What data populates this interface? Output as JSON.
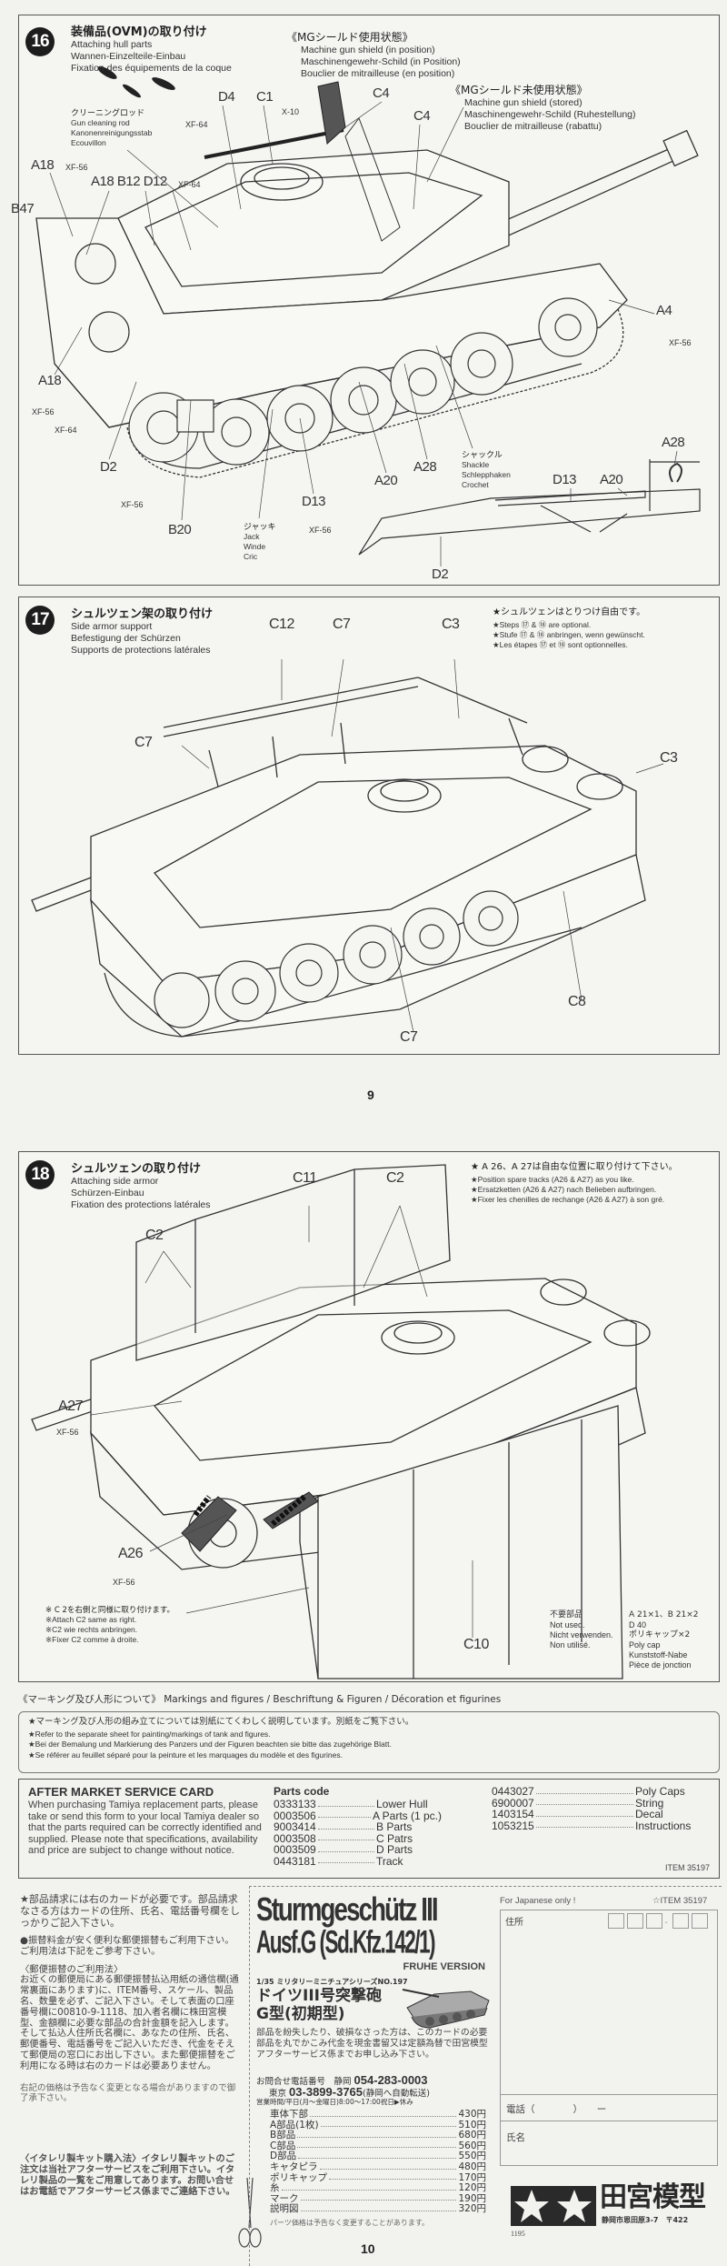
{
  "step16": {
    "number": "16",
    "title_jp": "装備品(OVM)の取り付け",
    "title_en": "Attaching hull parts",
    "title_de": "Wannen-Einzelteile-Einbau",
    "title_fr": "Fixation des équipements de la coque",
    "mg_in": {
      "jp": "《MGシールド使用状態》",
      "en": "Machine gun shield (in position)",
      "de": "Maschinengewehr-Schild (in Position)",
      "fr": "Bouclier de mitrailleuse (en position)"
    },
    "mg_stored": {
      "jp": "《MGシールド未使用状態》",
      "en": "Machine gun shield (stored)",
      "de": "Maschinengewehr-Schild (Ruhestellung)",
      "fr": "Bouclier de mitrailleuse (rabattu)"
    },
    "rod": {
      "jp": "クリーニングロッド",
      "en": "Gun cleaning rod",
      "de": "Kanonenreinigungsstab",
      "fr": "Ecouvillon"
    },
    "jack": {
      "jp": "ジャッキ",
      "en": "Jack",
      "de": "Winde",
      "fr": "Cric"
    },
    "shackle": {
      "jp": "シャックル",
      "en": "Shackle",
      "de": "Schlepphaken",
      "fr": "Crochet"
    },
    "labels": [
      "D4",
      "C1",
      "C4",
      "X-10",
      "C4",
      "A18",
      "A18 B12 D12",
      "B47",
      "A4",
      "A18",
      "D2",
      "B20",
      "D13",
      "A20",
      "A28",
      "D13",
      "A20",
      "A28",
      "D2"
    ],
    "paints": [
      "XF-64",
      "XF-56",
      "XF-64",
      "XF-56",
      "XF-56",
      "XF-64",
      "XF-56",
      "XF-56"
    ]
  },
  "step17": {
    "number": "17",
    "title_jp": "シュルツェン架の取り付け",
    "title_en": "Side armor support",
    "title_de": "Befestigung der Schürzen",
    "title_fr": "Supports de protections latérales",
    "notes": [
      "★シュルツェンはとりつけ自由です。",
      "★Steps ⑰ & ⑱ are optional.",
      "★Stufe ⑰ & ⑱ anbringen, wenn gewünscht.",
      "★Les étapes ⑰ et ⑱ sont optionnelles."
    ],
    "labels": [
      "C12",
      "C7",
      "C3",
      "C7",
      "C3",
      "C8",
      "C7"
    ]
  },
  "page_9": "9",
  "step18": {
    "number": "18",
    "title_jp": "シュルツェンの取り付け",
    "title_en": "Attaching side armor",
    "title_de": "Schürzen-Einbau",
    "title_fr": "Fixation des protections latérales",
    "notes": [
      "★ A 26、A 27は自由な位置に取り付けて下さい。",
      "★Position spare tracks (A26 & A27) as you like.",
      "★Ersatzketten (A26 & A27) nach Belieben aufbringen.",
      "★Fixer les chenilles de rechange (A26 & A27) à son gré."
    ],
    "labels": [
      "C11",
      "C2",
      "C2",
      "A27",
      "A26",
      "C10"
    ],
    "paints": [
      "XF-56",
      "XF-56"
    ],
    "c2_notes": [
      "※ C 2を右側と同様に取り付けます。",
      "※Attach C2 same as right.",
      "※C2 wie rechts anbringen.",
      "※Fixer C2 comme à droite."
    ],
    "not_used": {
      "jp": "不要部品",
      "en": "Not used.",
      "de": "Nicht verwenden.",
      "fr": "Non utilisé.",
      "parts1": "A 21×1、B 21×2",
      "parts2": "D 40",
      "parts3": "ポリキャップ×2",
      "parts4": "Poly cap",
      "parts5": "Kunststoff-Nabe",
      "parts6": "Pièce de jonction"
    }
  },
  "markings": {
    "heading": "《マーキング及び人形について》 Markings and figures / Beschriftung & Figuren / Décoration et figurines",
    "lines": [
      "★マーキング及び人形の組み立てについては別紙にてくわしく説明しています。別紙をご覧下さい。",
      "★Refer to the separate sheet for painting/markings of tank and figures.",
      "★Bei der Bemalung und Markierung des Panzers und der Figuren beachten sie bitte das zugehörige Blatt.",
      "★Se référer au feuillet séparé pour la peinture et les marquages du modèle et des figurines."
    ]
  },
  "aftermarket": {
    "title": "AFTER MARKET SERVICE CARD",
    "text": "When purchasing Tamiya replacement parts, please take or send this form to your local Tamiya dealer so that the parts required can be correctly identified and supplied. Please note that specifications, availability and price are subject to change without notice.",
    "parts_heading": "Parts code",
    "parts": [
      {
        "code": "0333133",
        "name": "Lower Hull"
      },
      {
        "code": "0003506",
        "name": "A Parts (1 pc.)"
      },
      {
        "code": "9003414",
        "name": "B Parts"
      },
      {
        "code": "0003508",
        "name": "C Patrs"
      },
      {
        "code": "0003509",
        "name": "D Parts"
      },
      {
        "code": "0443181",
        "name": "Track"
      }
    ],
    "parts2": [
      {
        "code": "0443027",
        "name": "Poly Caps"
      },
      {
        "code": "6900007",
        "name": "String"
      },
      {
        "code": "1403154",
        "name": "Decal"
      },
      {
        "code": "1053215",
        "name": "Instructions"
      }
    ],
    "item": "ITEM 35197"
  },
  "left_col": {
    "p1": "★部品請求には右のカードが必要です。部品請求なさる方はカードの住所、氏名、電話番号欄をしっかりご記入下さい。",
    "p2": "●振替料金が安く便利な郵便振替もご利用下さい。ご利用法は下記をご参考下さい。",
    "p3_head": "〈郵便振替のご利用法〉",
    "p3": "お近くの郵便局にある郵便振替払込用紙の通信欄(通常裏面にあります)に、ITEM番号、スケール、製品名、数量を必ず、ご記入下さい。そして表面の口座番号欄に00810-9-1118、加入者名欄に株田宮模型、金額欄に必要な部品の合計金額を記入します。そして払込人住所氏名欄に、あなたの住所、氏名、郵便番号、電話番号をご記入いただき、代金をそえて郵便局の窓口にお出し下さい。また郵便振替をご利用になる時は右のカードは必要ありません。",
    "p4": "右記の価格は予告なく変更となる場合がありますので御了承下さい。",
    "p5": "〈イタレリ製キット購入法〉イタレリ製キットのご注文は当社アフターサービスをご利用下さい。イタレリ製品の一覧をご用意してあります。お問い合せはお電話でアフターサービス係までご連絡下さい。"
  },
  "card": {
    "title1": "Sturmgeschütz III",
    "title2": "Ausf.G (Sd.Kfz.142/1)",
    "version": "FRUHE VERSION",
    "series": "1/35 ミリタリーミニチュアシリーズNO.197",
    "name_jp1": "ドイツIII号突撃砲",
    "name_jp2": "G型(初期型)",
    "desc": "部品を紛失したり、破損なさった方は、このカードの必要部品を丸でかこみ代金を現金書留又は定額為替で田宮模型アフターサービス係までお申し込み下さい。",
    "phone1_label": "お問合せ電話番号　静岡",
    "phone1": "054-283-0003",
    "phone2_label": "東京",
    "phone2": "03-3899-3765",
    "phone2_note": "(静岡へ自動転送)",
    "hours": "営業時間/平日(月〜金曜日)8:00〜17:00祝日▶休み",
    "prices": [
      {
        "name": "車体下部",
        "price": "430円"
      },
      {
        "name": "A部品(1枚)",
        "price": "510円"
      },
      {
        "name": "B部品",
        "price": "680円"
      },
      {
        "name": "C部品",
        "price": "560円"
      },
      {
        "name": "D部品",
        "price": "550円"
      },
      {
        "name": "キャタピラ",
        "price": "480円"
      },
      {
        "name": "ポリキャップ",
        "price": "170円"
      },
      {
        "name": "糸",
        "price": "120円"
      },
      {
        "name": "マーク",
        "price": "190円"
      },
      {
        "name": "説明図",
        "price": "320円"
      }
    ],
    "price_note": "パーツ価格は予告なく変更することがあります。"
  },
  "form": {
    "for_japanese": "For Japanese only !",
    "item": "☆ITEM 35197",
    "address": "住所",
    "phone": "電話（　　　　）　　ー",
    "name": "氏名"
  },
  "logo": {
    "text": "田宮模型",
    "address": "静岡市恩田原3-7　〒422",
    "code": "1195"
  },
  "page_10": "10"
}
